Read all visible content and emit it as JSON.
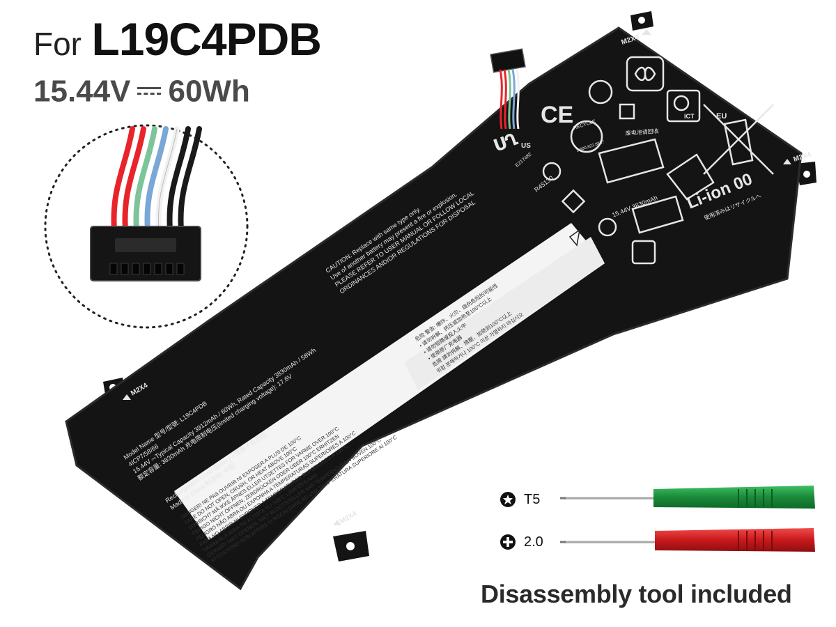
{
  "header": {
    "prefix": "For",
    "model": "L19C4PDB",
    "voltage": "15.44V",
    "capacity_wh": "60Wh"
  },
  "battery": {
    "screw_marks": [
      "M2X4",
      "M2X4",
      "M2X4",
      "M2X4"
    ],
    "eu_label": "EU",
    "ict_label": "ICT",
    "ce_label": "CE",
    "ul_mark": "US",
    "ul_code": "E217482",
    "recycle_text": "RECYCLE",
    "recycle_phone": "1.800.822.8837",
    "recycle_cn": "废电池请回收",
    "li_ion": "Li-ion 00",
    "li_ion_sub": "使用済みはリサイクルへ",
    "rating": "15.44V  3830mAh",
    "r_code": "R45130",
    "caution_lines": [
      "CAUTION: Replace with same type only.",
      "Use of another battery may present a fire or explosion.",
      "PLEASE REFER TO USER MANUAL OR FOLLOW LOCAL",
      "ORDINANCES AND/OR REGULATIONS FOR DISPOSAL"
    ],
    "spec_lines": [
      "Model Name 型号/型號: L19C4PDB",
      "4ICP7/58/66",
      "15.44V ⎓Typical Capacity 3912mAh / 60Wh, Rated Capacity 3830mAh / 58Wh",
      "额定容量: 3830mAh  充电限制电压(limited charging voltage): 17.6V"
    ],
    "origin_lines": [
      "Rechargeable Li-ion Battery / 锂离子电池组",
      "Made in China 制造地: 中国"
    ],
    "warning_lines": [
      "DANGER!  NE PAS OUVRIR NI EXPOSER A PLUS DE 100°C",
      "FARE  DO NOT OPEN, CRUSH, OR HEAT ABOVE 100°C",
      "VORSICHT  MÅ IKKE ÅPNES ELLER UTSETTES FOR VARME OVER 100°C",
      "PERIGO  NICHT ÖFFNEN, ZERDRÜCKEN ODER ÜBER 100°C ERHITZEN",
      "PELIGRO  NÃO ABRA OU EXPONHA A TEMPERATURAS SUPERIORES A 100°C",
      "FARA  NO ABRIR NI EXPONER A TEMPERATURAS SUPERIORES A 100°C",
      "VAARA  ÄLÄ AVAA TAI ALTISTA YLI 100°C LÄMPÖTILAAN",
      "GEVAAR!  NIET OPENEN, NIET BLOOTSTELLEN AAN TEMPERATUREN BOVEN 100°C",
      "ATTENZIONE!  NON APRIRE O RISCALDARE AD UNA TEMPERATURA SUPERIORE AI 100°C"
    ],
    "asian_lines": [
      "危险  警告: 爆炸、火灾、烧伤危险的可能性",
      "• 请勿拆解、挤压或加热至100°C以上",
      "• 请勿短路或投入火中",
      "• 使用原厂充电器",
      "危險  請勿拆解、擠壓、加熱到100°C以上",
      "위험  분해하거나 100°C 이상 가열하지 마십시오"
    ],
    "colors": {
      "body": "#141414",
      "label_white": "#f4f4f4"
    }
  },
  "connector": {
    "wire_colors": [
      "#e8242b",
      "#e8242b",
      "#7cc49a",
      "#7aa8d6",
      "#f1f1f1",
      "#1a1a1a",
      "#1a1a1a"
    ]
  },
  "tools": [
    {
      "label": "T5",
      "icon": "torx-icon",
      "handle_color": "#1a8a3a"
    },
    {
      "label": "2.0",
      "icon": "phillips-icon",
      "handle_color": "#c8191c"
    }
  ],
  "caption": "Disassembly tool included"
}
